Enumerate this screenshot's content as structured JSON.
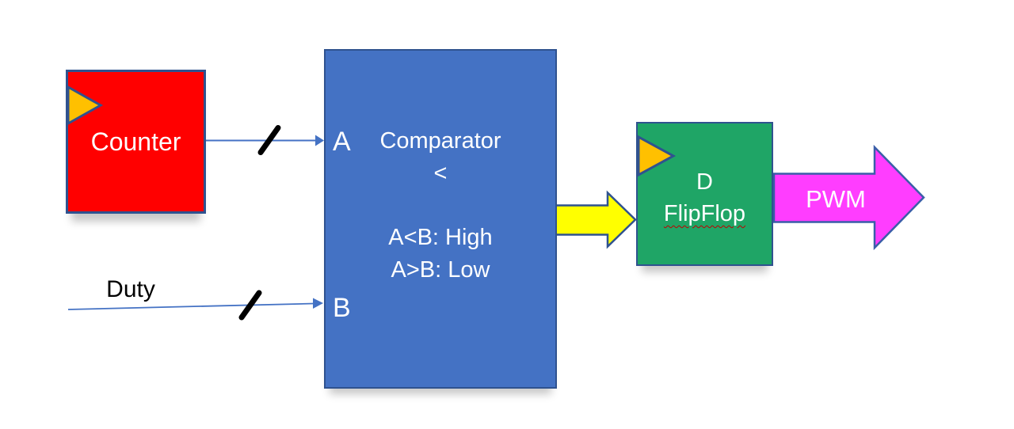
{
  "blocks": {
    "counter": {
      "label": "Counter",
      "fill": "#FF0000",
      "clock_marker": "rising-edge-triangle",
      "clock_marker_fill": "#FFC000"
    },
    "comparator": {
      "title": "Comparator",
      "operator": "<",
      "rule_high": "A<B: High",
      "rule_low": "A>B: Low",
      "port_a": "A",
      "port_b": "B",
      "fill": "#4472C4"
    },
    "flipflop": {
      "line1": "D",
      "line2": "FlipFlop",
      "fill": "#1FA566",
      "clock_marker": "rising-edge-triangle",
      "clock_marker_fill": "#FFC000"
    }
  },
  "signals": {
    "duty_label": "Duty",
    "pwm_label": "PWM"
  },
  "colors": {
    "background": "#FFFFFF",
    "shape_border": "#2F528F",
    "wire_blue": "#4472C4",
    "bus_slash": "#000000",
    "yellow_arrow": "#FFFF00",
    "magenta_arrow": "#FF3DFF",
    "clock_orange": "#FFC000",
    "squiggle_red": "#C00000"
  }
}
